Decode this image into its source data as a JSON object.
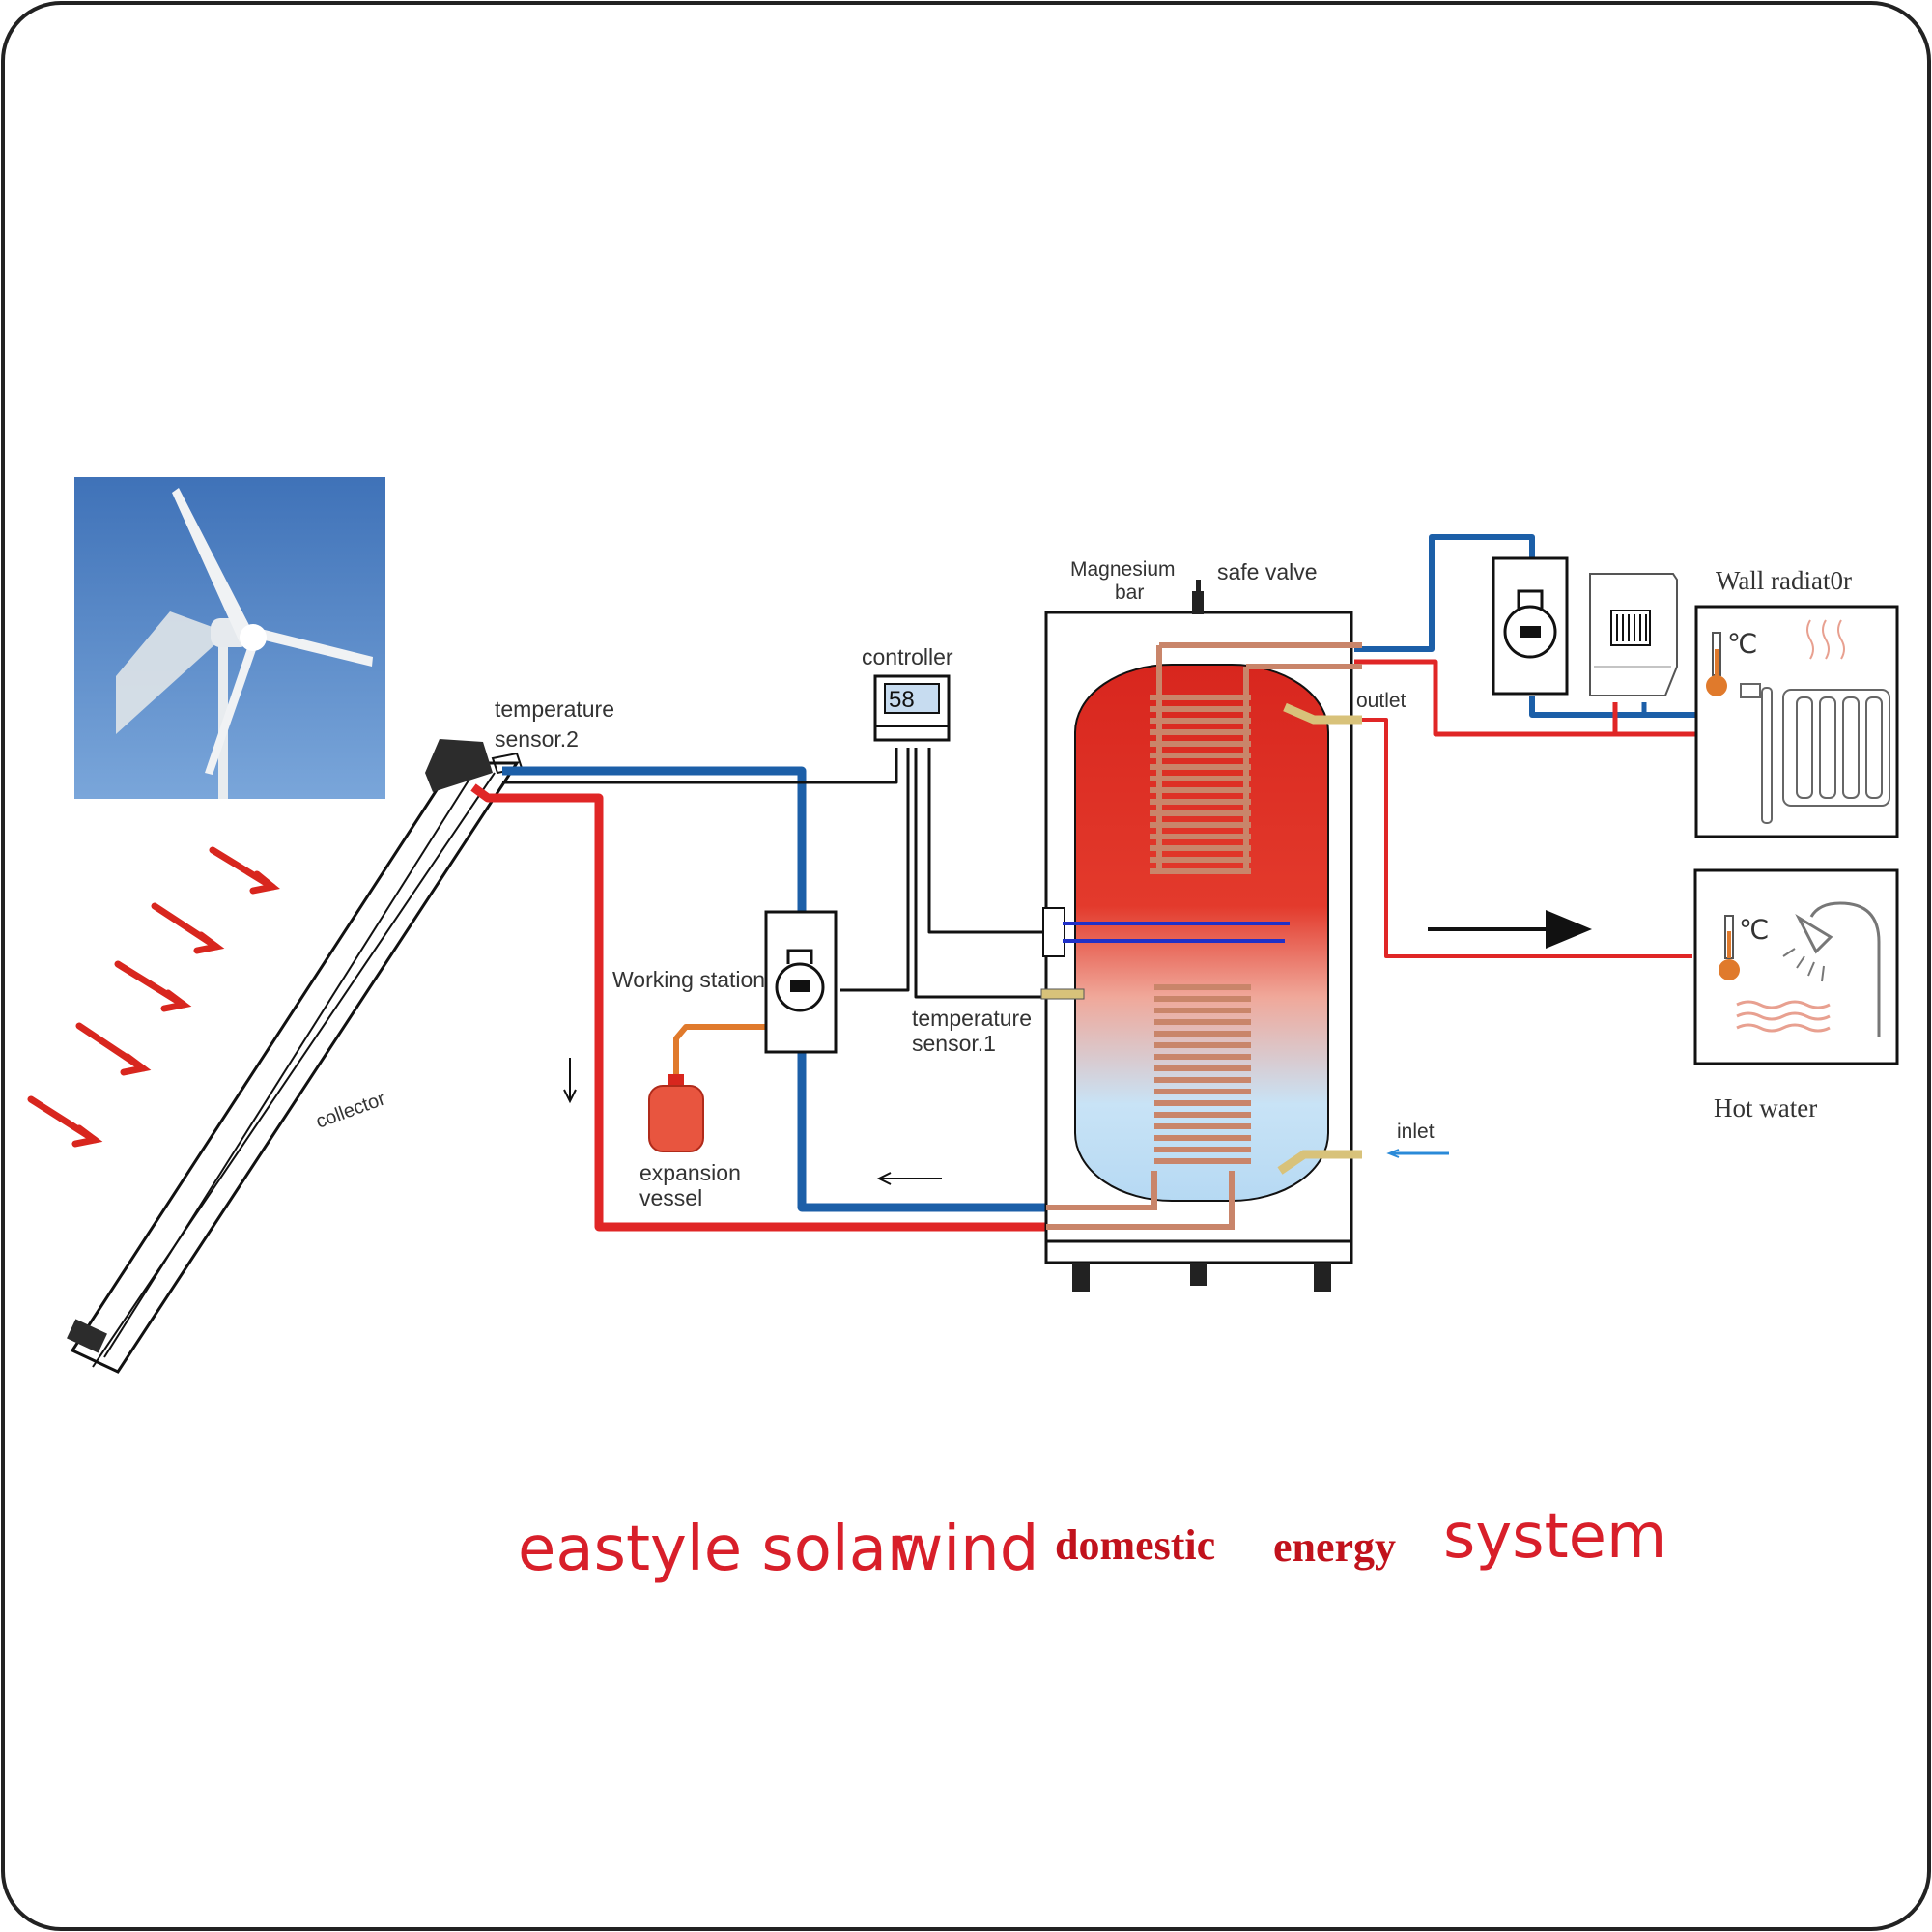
{
  "labels": {
    "temperature_sensor_2": [
      "temperature",
      "sensor.2"
    ],
    "controller": "controller",
    "controller_display": "58",
    "working_station": "Working station",
    "temperature_sensor_1": [
      "temperature",
      "sensor.1"
    ],
    "expansion_vessel": [
      "expansion",
      "vessel"
    ],
    "collector": "collector",
    "magnesium_bar": [
      "Magnesium",
      "bar"
    ],
    "safe_valve": "safe valve",
    "outlet": "outlet",
    "inlet": "inlet",
    "wall_radiator": "Wall radiat0r",
    "hot_water": "Hot water",
    "celsius": "℃"
  },
  "title": {
    "part1": "eastyle solar",
    "part2": "wind",
    "part3": "domestic",
    "part4": "energy",
    "part5": "system"
  },
  "colors": {
    "hot_pipe": "#e02626",
    "cold_pipe": "#1c5fa8",
    "copper": "#c9856a",
    "tank_hot": "#d8261e",
    "tank_cold": "#bfe0f5",
    "sun_arrow": "#d8261e",
    "title": "#d81f2a"
  },
  "icons": [
    "wind-turbine-photo",
    "sun-ray-arrows",
    "solar-collector-icon",
    "pump-icon",
    "thermometer-icon",
    "shower-icon",
    "radiator-icon",
    "boiler-icon",
    "flow-arrow-icon"
  ]
}
